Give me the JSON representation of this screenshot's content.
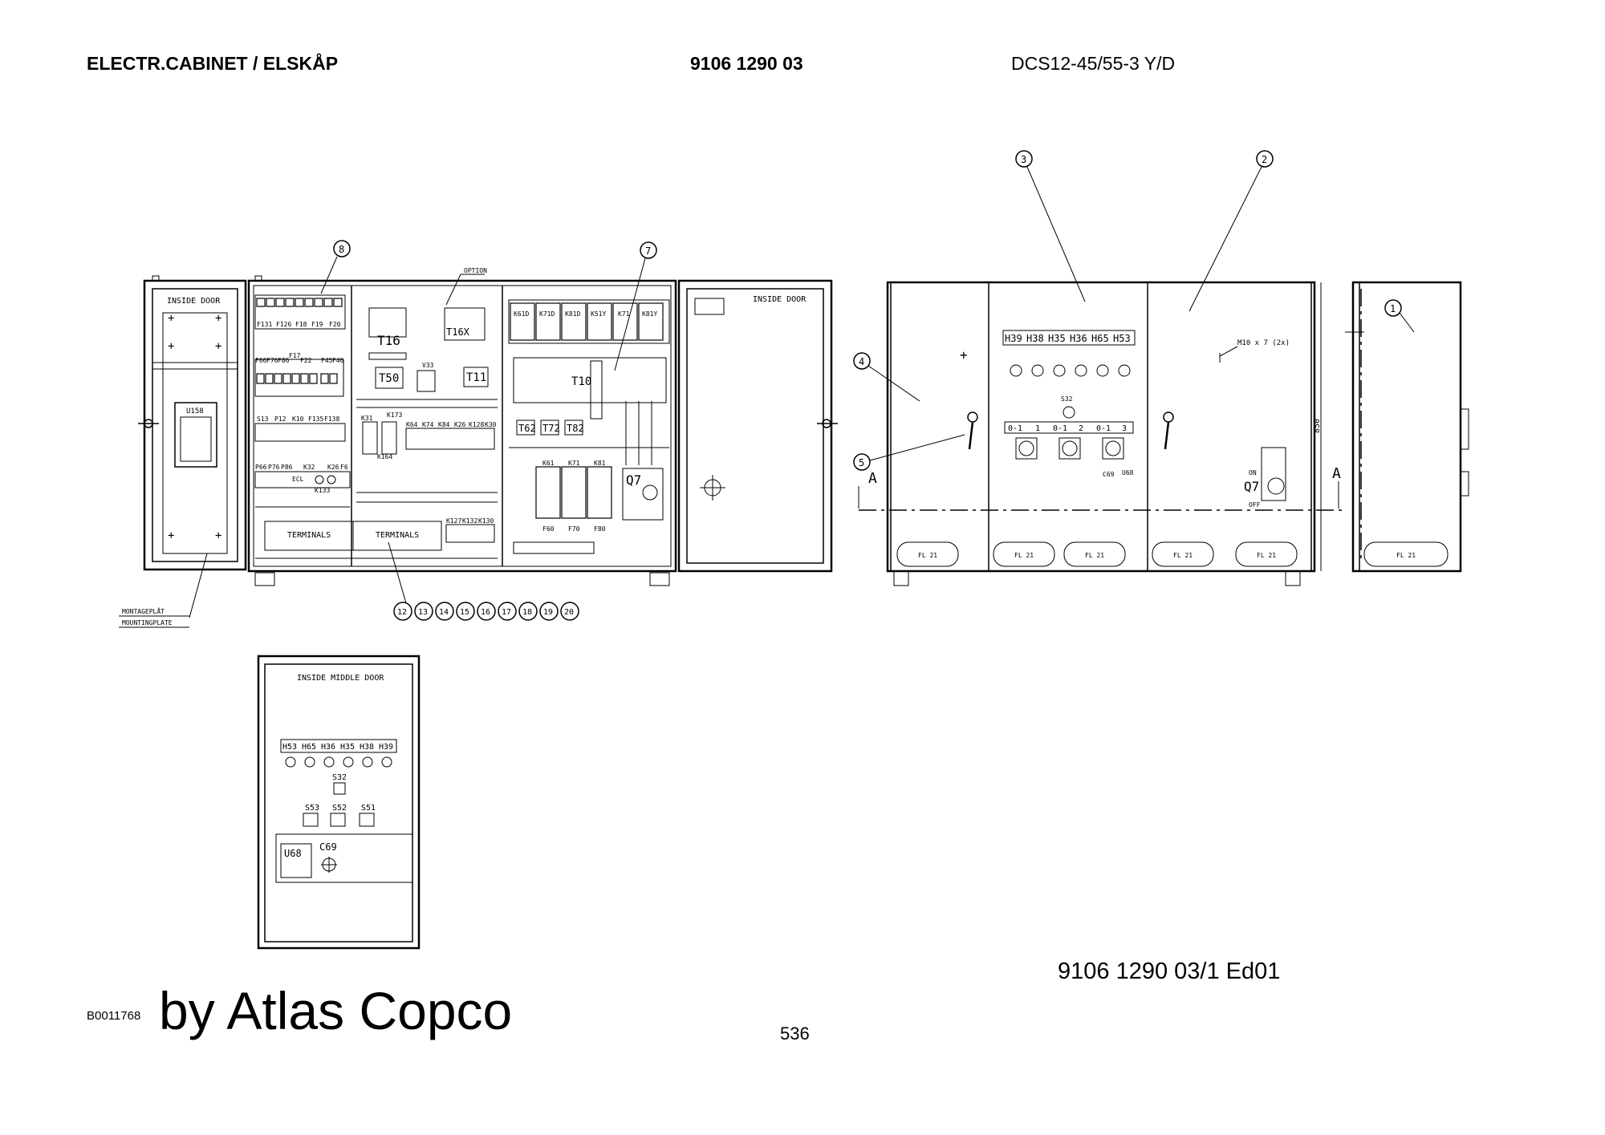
{
  "header": {
    "title": "ELECTR.CABINET / ELSKÅP",
    "part_number": "9106 1290 03",
    "model": "DCS12-45/55-3 Y/D"
  },
  "footer": {
    "sheet": "9106 1290 03/1  Ed01",
    "barcode": "B0011768",
    "brand": "by Atlas Copco",
    "page": "536"
  },
  "callouts": [
    "1",
    "2",
    "3",
    "4",
    "5",
    "7",
    "8"
  ],
  "terminal_callouts": [
    "12",
    "13",
    "14",
    "15",
    "16",
    "17",
    "18",
    "19",
    "20"
  ],
  "labels": {
    "inside_door": "INSIDE DOOR",
    "inside_middle_door": "INSIDE MIDDLE DOOR",
    "montageplat": "MONTAGEPLÅT",
    "mountingplate": "MOUNTINGPLATE",
    "option": "OPTION",
    "terminals": "TERMINALS",
    "fl21": "FL 21",
    "section_a": "A",
    "dimension_850": "850",
    "bolt": "M10 x 7  (2x)",
    "switch_pos1": "0-1",
    "switch_pos2": "0-1",
    "switch_pos3": "0-1",
    "switch_n1": "1",
    "switch_n2": "2",
    "switch_n3": "3",
    "on": "ON",
    "off": "OFF"
  },
  "components": {
    "u158": "U158",
    "t16": "T16",
    "t16x": "T16X",
    "t50": "T50",
    "t11": "T11",
    "t10": "T10",
    "t62": "T62",
    "t72": "T72",
    "t82": "T82",
    "q7": "Q7",
    "s32": "S32",
    "u68": "U68",
    "c69": "C69",
    "v33": "V33",
    "k31": "K31",
    "k173": "K173",
    "k164": "K164",
    "k133": "K133",
    "ecl": "ECL",
    "fuses_top": [
      "F131",
      "F126",
      "F18",
      "F19",
      "F20"
    ],
    "fuses_row2": [
      "F66",
      "F76",
      "F86",
      "F17",
      "F22",
      "F45",
      "F46"
    ],
    "row3": [
      "S13",
      "P12",
      "K10",
      "F135",
      "F138"
    ],
    "row4": [
      "P66",
      "P76",
      "P86",
      "K32",
      "K26",
      "F6"
    ],
    "contactors_top": [
      "K61D",
      "K71D",
      "K81D",
      "K51Y",
      "K71",
      "K81Y"
    ],
    "contactors_mid": [
      "K61",
      "K71",
      "K81"
    ],
    "fuses_mid": [
      "F60",
      "F70",
      "F80"
    ],
    "relays": [
      "K64",
      "K74",
      "K84",
      "K26",
      "K128",
      "K30"
    ],
    "relays_small": [
      "K127",
      "K132",
      "K130"
    ],
    "lamps_front": [
      "H39",
      "H38",
      "H35",
      "H36",
      "H65",
      "H53"
    ],
    "lamps_middle": [
      "H53",
      "H65",
      "H36",
      "H35",
      "H38",
      "H39"
    ],
    "buttons_middle": [
      "S53",
      "S52",
      "S51"
    ]
  }
}
